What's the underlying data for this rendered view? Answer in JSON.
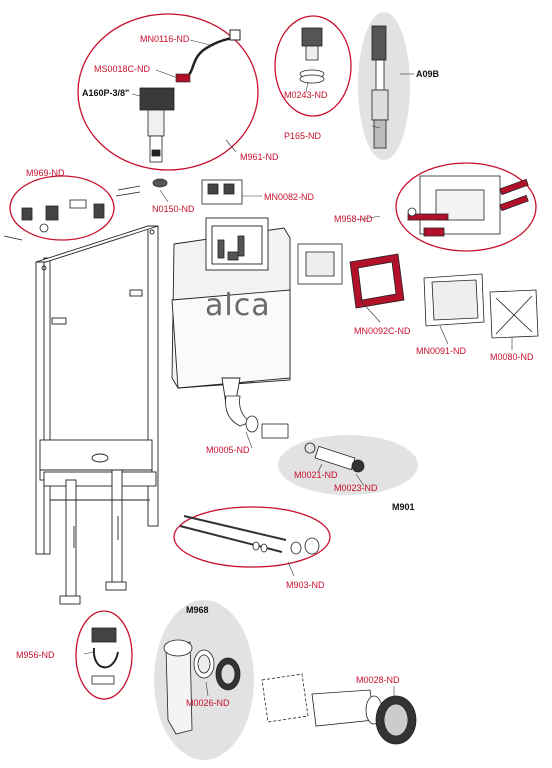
{
  "labels": {
    "mn0116": "MN0116-ND",
    "ms0018c": "MS0018C-ND",
    "a160p": "A160P-3/8\"",
    "m0243": "M0243-ND",
    "a09b": "A09B",
    "p165": "P165-ND",
    "m961": "M961-ND",
    "m969": "M969-ND",
    "n0150": "N0150-ND",
    "mn0082": "MN0082-ND",
    "m958": "M958-ND",
    "mn0092c": "MN0092C-ND",
    "mn0091": "MN0091-ND",
    "m0080": "M0080-ND",
    "m0005": "M0005-ND",
    "m0021": "M0021-ND",
    "m0023": "M0023-ND",
    "m901": "M901",
    "m903": "M903-ND",
    "m968": "M968",
    "m956": "M956-ND",
    "m0026": "M0026-ND",
    "m0028": "M0028-ND"
  },
  "brand": {
    "logo_text": "alca"
  },
  "colors": {
    "label_red": "#c8102e",
    "label_black": "#111111",
    "group_outline_red": "#c8102e",
    "group_fill_gray": "#e4e4e4",
    "line_art": "#222222",
    "highlight_part": "#b3102a"
  }
}
